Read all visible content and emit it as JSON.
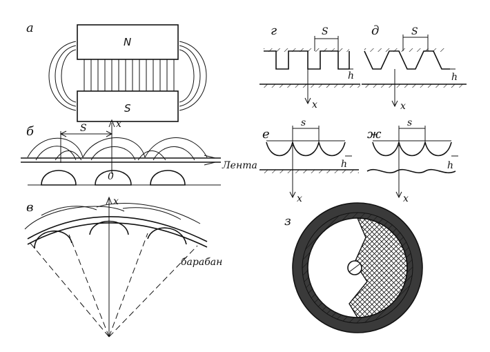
{
  "labels": {
    "a": "а",
    "b": "б",
    "v": "в",
    "g": "г",
    "d": "д",
    "e": "е",
    "zh": "ж",
    "z": "з"
  },
  "magnet": {
    "north": "N",
    "south": "S"
  },
  "tape_label": "Лента",
  "drum_label": "барабан",
  "origin_label": "0",
  "pitch": "S",
  "pitch_small": "s",
  "height": "h",
  "axis_x": "x"
}
